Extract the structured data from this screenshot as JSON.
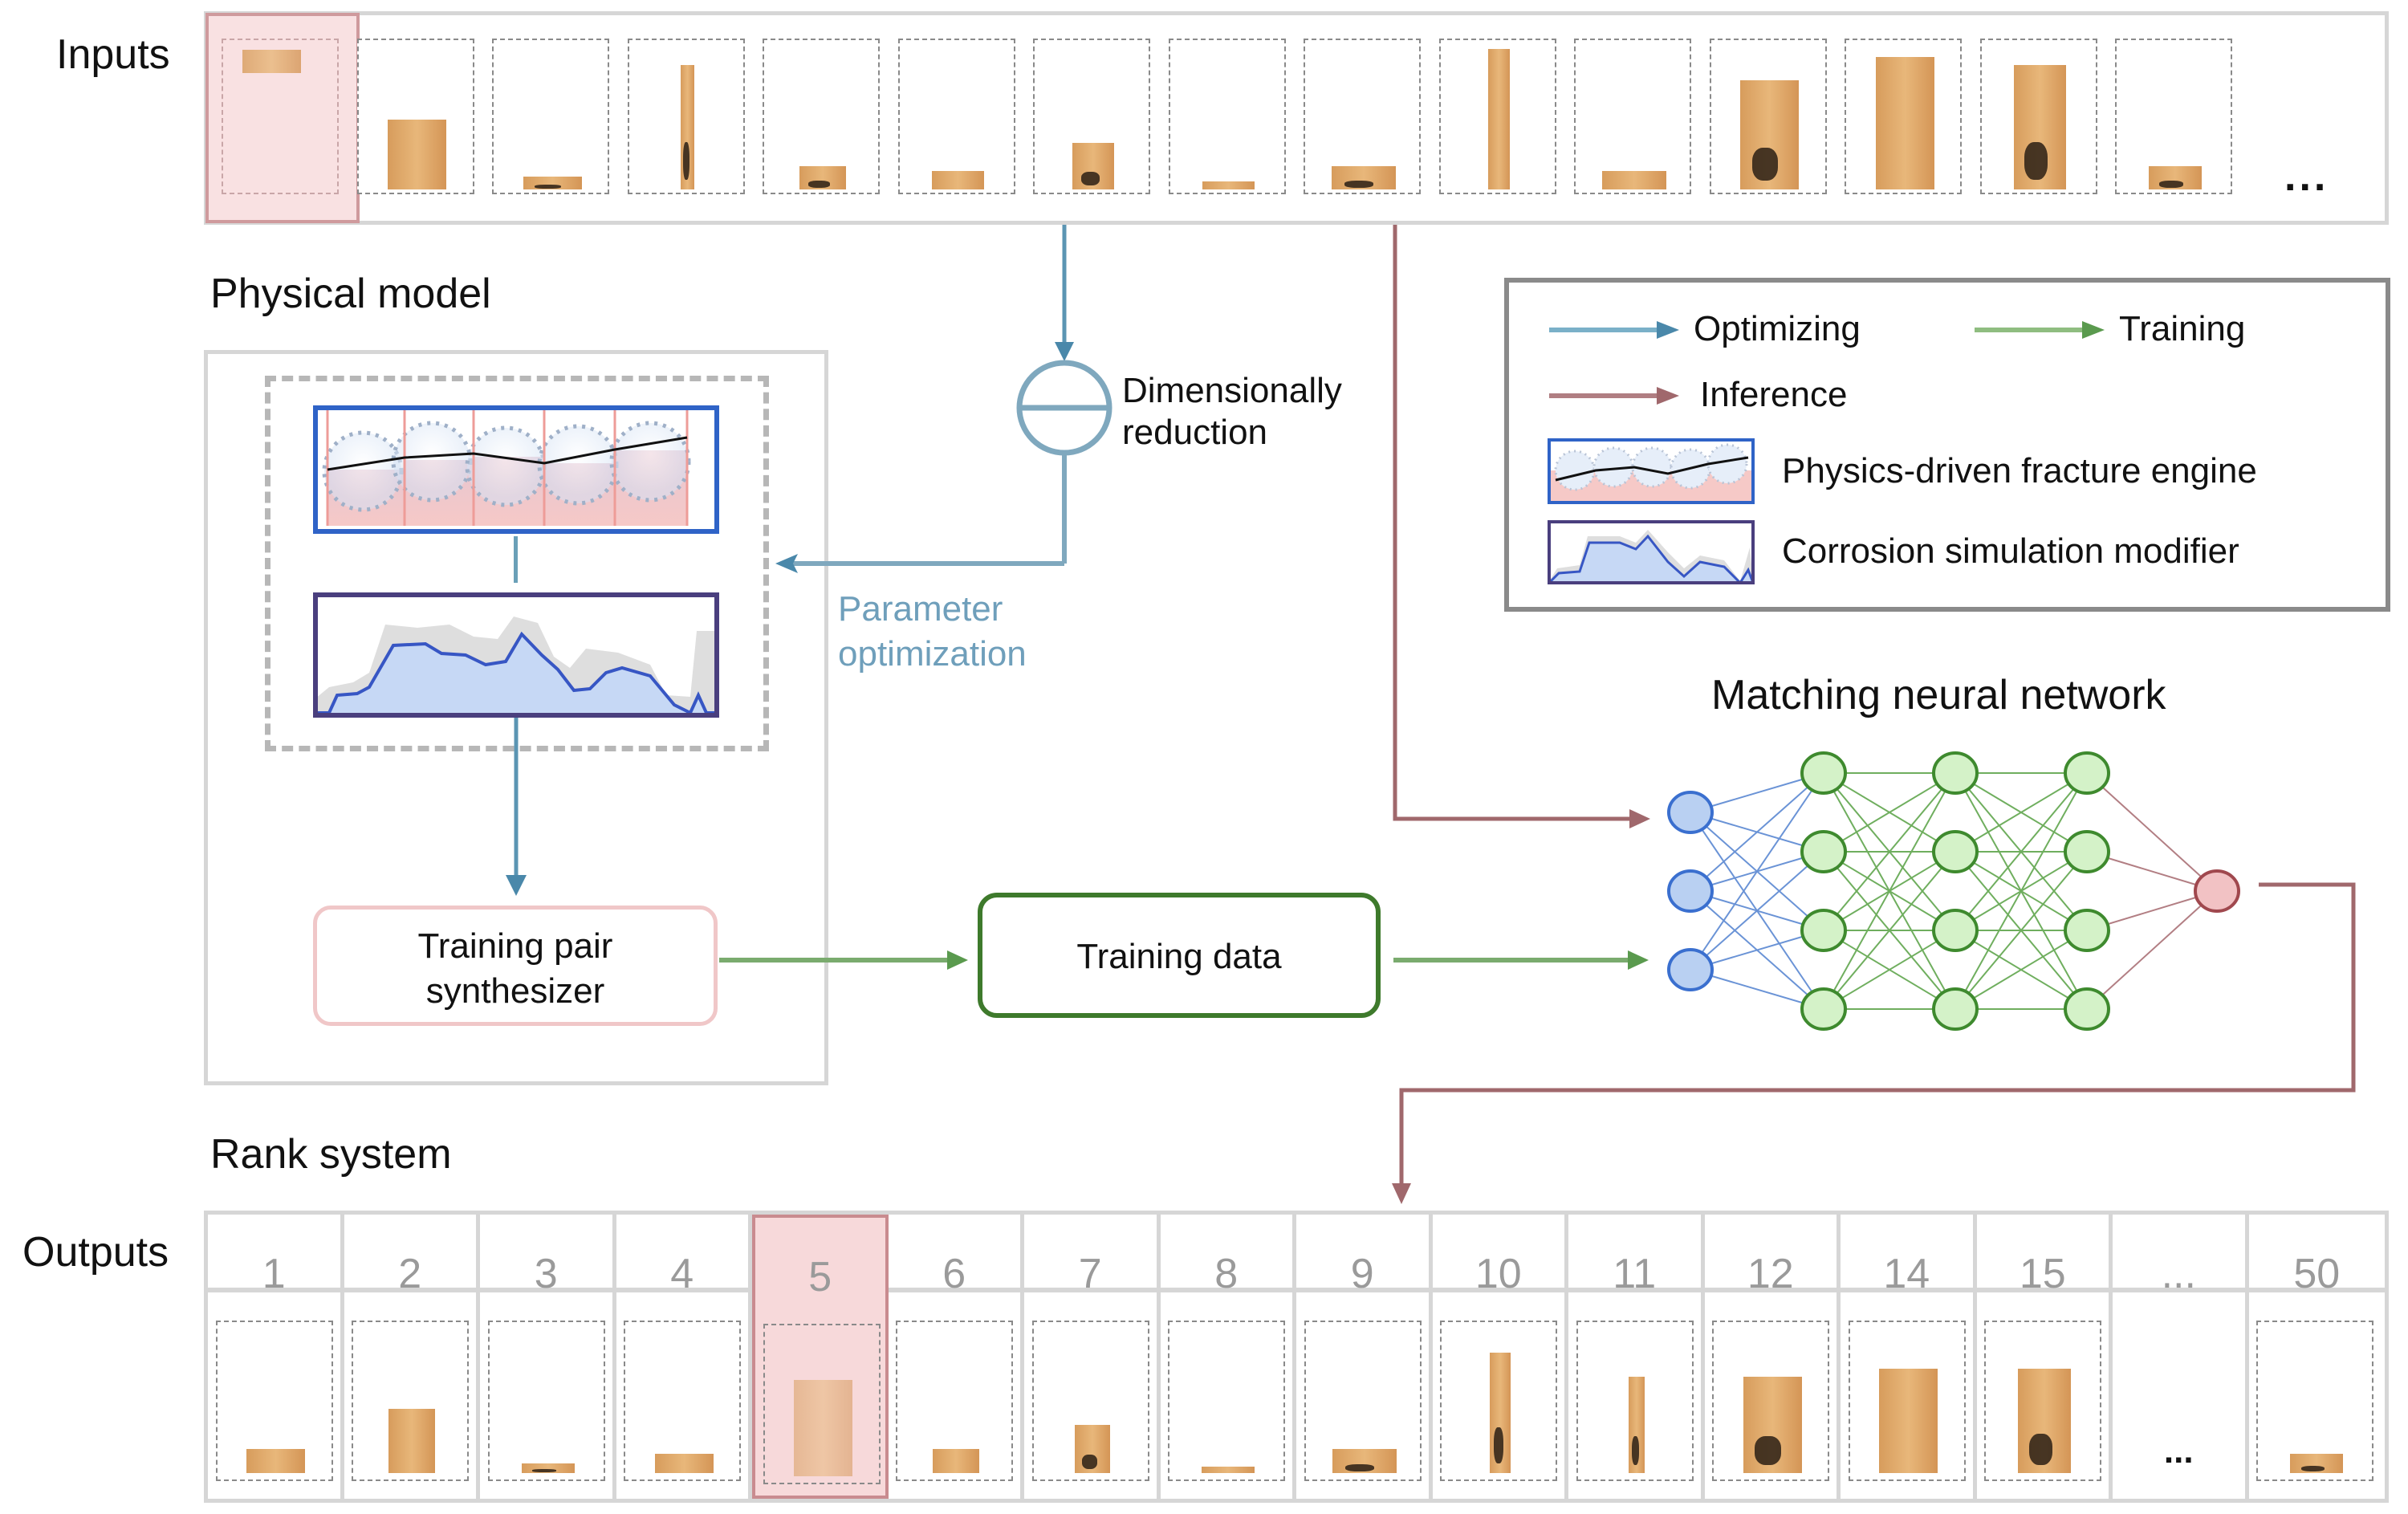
{
  "inputs": {
    "label": "Inputs",
    "selected_index": 0,
    "thumbnail_count": 15,
    "ellipsis": "..."
  },
  "physical_model": {
    "title": "Physical model",
    "fracture_engine_panel": "Physics-driven fracture engine",
    "corrosion_panel": "Corrosion simulation modifier",
    "synthesizer_label_line1": "Training pair",
    "synthesizer_label_line2": "synthesizer"
  },
  "dimensionality": {
    "label_line1": "Dimensionally",
    "label_line2": "reduction"
  },
  "parameter_optimization": {
    "line1": "Parameter",
    "line2": "optimization"
  },
  "training_data": {
    "label": "Training data"
  },
  "legend": {
    "optimizing": "Optimizing",
    "training": "Training",
    "inference": "Inference",
    "fracture_engine": "Physics-driven fracture engine",
    "corrosion_modifier": "Corrosion simulation modifier"
  },
  "network": {
    "title": "Matching neural network",
    "layers": [
      3,
      4,
      4,
      4,
      1
    ]
  },
  "rank_system": {
    "title": "Rank system",
    "outputs_label": "Outputs",
    "ranks": [
      "1",
      "2",
      "3",
      "4",
      "5",
      "6",
      "7",
      "8",
      "9",
      "10",
      "11",
      "12",
      "14",
      "15",
      "...",
      "50"
    ],
    "highlighted_rank": "5"
  },
  "colors": {
    "optimizing": "#5b95b3",
    "training": "#5a9a4e",
    "inference": "#a0686c",
    "highlight": "#f7d9da",
    "highlight_border": "#c98b8f",
    "node_input": "#b9d0f2",
    "node_hidden": "#d4f2c8",
    "node_output": "#f2c2c4"
  }
}
